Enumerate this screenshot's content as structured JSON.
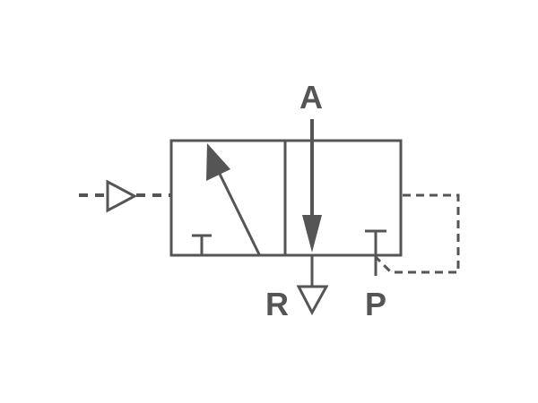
{
  "labels": {
    "port_a": "A",
    "port_r": "R",
    "port_p": "P"
  },
  "colors": {
    "stroke": "#555555",
    "background": "#ffffff"
  }
}
